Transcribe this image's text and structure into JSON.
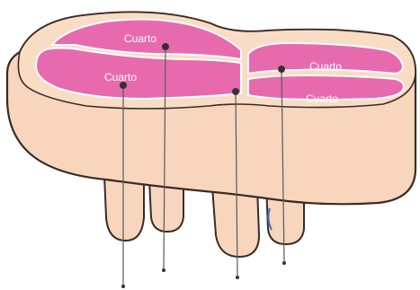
{
  "diagram": {
    "labels": {
      "top_left": "Cuarto",
      "bottom_left": "Cuarto",
      "top_right": "Cuarto",
      "bottom_right": "Cuarto"
    }
  },
  "colors": {
    "background": "#ffffff",
    "body_fill": "#f7d6bd",
    "body_stroke": "#3a2b25",
    "segment_fill": "#e86aae",
    "segment_stroke": "#ffffff",
    "pointer_line": "#5a5a5a",
    "pointer_dot": "#333333"
  }
}
